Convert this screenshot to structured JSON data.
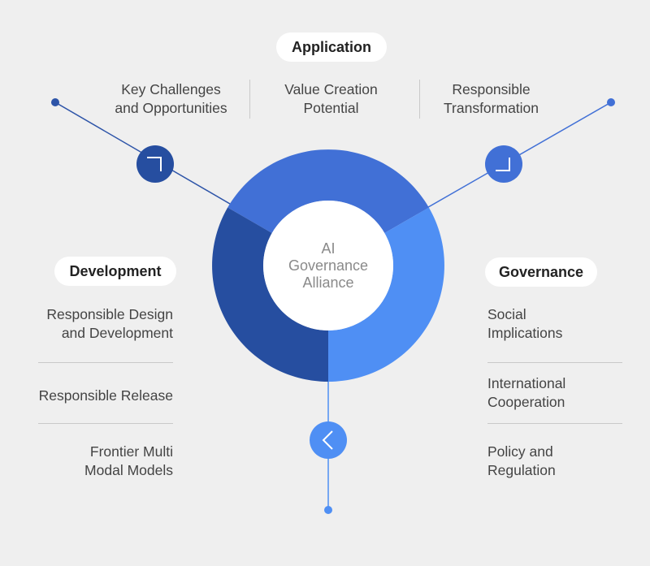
{
  "center": {
    "line1": "AI",
    "line2": "Governance",
    "line3": "Alliance"
  },
  "application": {
    "title": "Application",
    "items": [
      {
        "line1": "Key Challenges",
        "line2": "and Opportunities"
      },
      {
        "line1": "Value Creation",
        "line2": "Potential"
      },
      {
        "line1": "Responsible",
        "line2": "Transformation"
      }
    ]
  },
  "development": {
    "title": "Development",
    "items": [
      {
        "line1": "Responsible Design",
        "line2": "and Development"
      },
      {
        "line1": "Responsible Release",
        "line2": ""
      },
      {
        "line1": "Frontier Multi",
        "line2": "Modal Models"
      }
    ]
  },
  "governance": {
    "title": "Governance",
    "items": [
      {
        "line1": "Social",
        "line2": "Implications"
      },
      {
        "line1": "International",
        "line2": "Cooperation"
      },
      {
        "line1": "Policy and",
        "line2": "Regulation"
      }
    ]
  },
  "colors": {
    "segment_application": "#4170d6",
    "segment_development": "#264ea0",
    "segment_governance": "#4f8ff4",
    "connector_dark": "#2d54a8",
    "connector_light": "#4f8ff4",
    "background": "#efefef"
  },
  "icons": [
    "corner-arrow-icon",
    "checkmark-arrow-icon",
    "chevron-left-icon"
  ]
}
